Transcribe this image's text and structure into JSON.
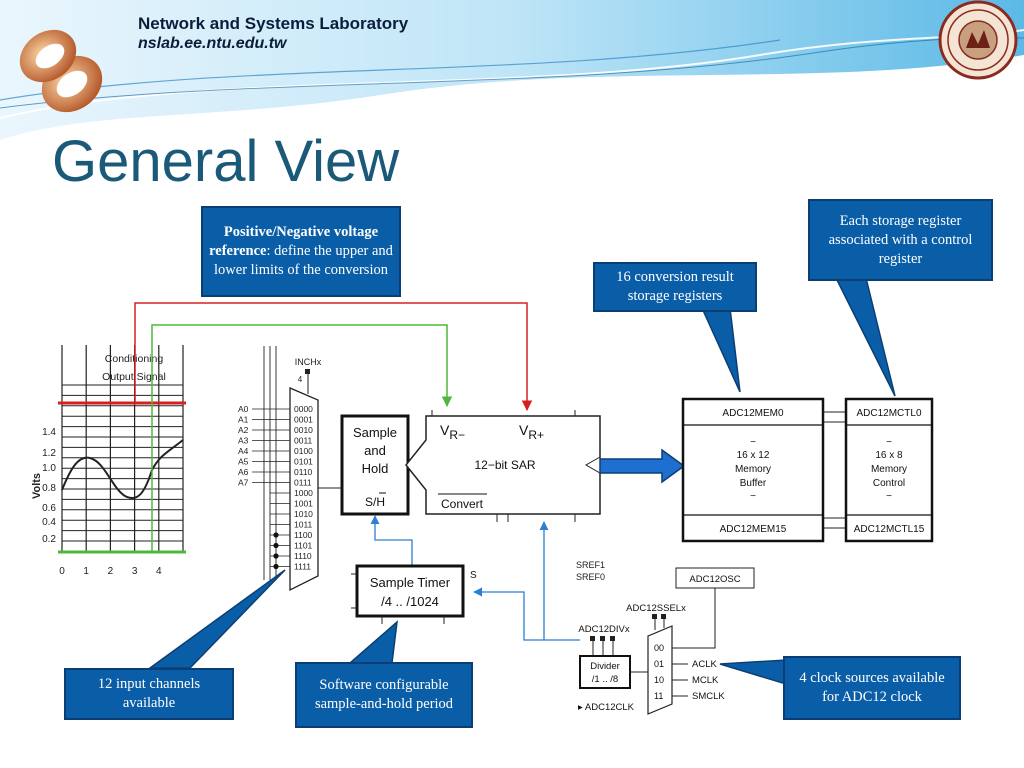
{
  "header": {
    "lab_name": "Network and Systems Laboratory",
    "lab_url": "nslab.ee.ntu.edu.tw"
  },
  "slide": {
    "title": "General View"
  },
  "callouts": {
    "reference_bold": "Positive/Negative voltage reference",
    "reference_rest": ": define the upper and lower limits of the conversion",
    "storage": "16 conversion result storage registers",
    "control": "Each storage register associated with a control register",
    "inputs": "12 input channels available",
    "timer": "Software configurable sample-and-hold period",
    "clock": "4 clock sources available for ADC12 clock"
  },
  "plot": {
    "title_line1": "Conditioning",
    "title_line2": "Output Signal",
    "ylabel": "Volts",
    "yticks": [
      "1.4",
      "1.2",
      "1.0",
      "0.8",
      "0.6",
      "0.4",
      "0.2"
    ],
    "xticks": [
      "0",
      "1",
      "2",
      "3",
      "4"
    ]
  },
  "mux": {
    "inch_label": "INCHx",
    "inch_width": "4",
    "channels": [
      "A0",
      "A1",
      "A2",
      "A3",
      "A4",
      "A5",
      "A6",
      "A7"
    ],
    "codes": [
      "0000",
      "0001",
      "0010",
      "0011",
      "0100",
      "0101",
      "0110",
      "0111",
      "1000",
      "1001",
      "1010",
      "1011",
      "1100",
      "1101",
      "1110",
      "1111"
    ]
  },
  "sample_hold": {
    "line1": "Sample",
    "line2": "and",
    "line3": "Hold",
    "sh": "S/H"
  },
  "sar": {
    "vr_minus": "V",
    "vr_minus_sub": "R−",
    "vr_plus": "V",
    "vr_plus_sub": "R+",
    "label": "12−bit SAR",
    "convert": "Convert"
  },
  "mem": {
    "top": "ADC12MEM0",
    "dash1": "−",
    "l1": "16 x 12",
    "l2": "Memory",
    "l3": "Buffer",
    "dash2": "−",
    "bottom": "ADC12MEM15"
  },
  "ctl": {
    "top": "ADC12MCTL0",
    "dash1": "−",
    "l1": "16 x 8",
    "l2": "Memory",
    "l3": "Control",
    "dash2": "−",
    "bottom": "ADC12MCTL15"
  },
  "timer": {
    "line1": "Sample Timer",
    "line2": "/4 .. /1024",
    "s_mark": "S"
  },
  "sref": {
    "line1": "SREF1",
    "line2": "SREF0"
  },
  "clock": {
    "osc": "ADC12OSC",
    "ssel": "ADC12SSELx",
    "div": "ADC12DIVx",
    "divider_line1": "Divider",
    "divider_line2": "/1 .. /8",
    "codes": [
      "00",
      "01",
      "10",
      "11"
    ],
    "sources": [
      "ACLK",
      "MCLK",
      "SMCLK"
    ],
    "clk_out": "ADC12CLK"
  },
  "colors": {
    "title": "#1a5a78",
    "callout_fill": "#0a5ea8",
    "ref_red": "#d62020",
    "ref_green": "#4fb83a",
    "signal_blue": "#2a7fd0"
  }
}
